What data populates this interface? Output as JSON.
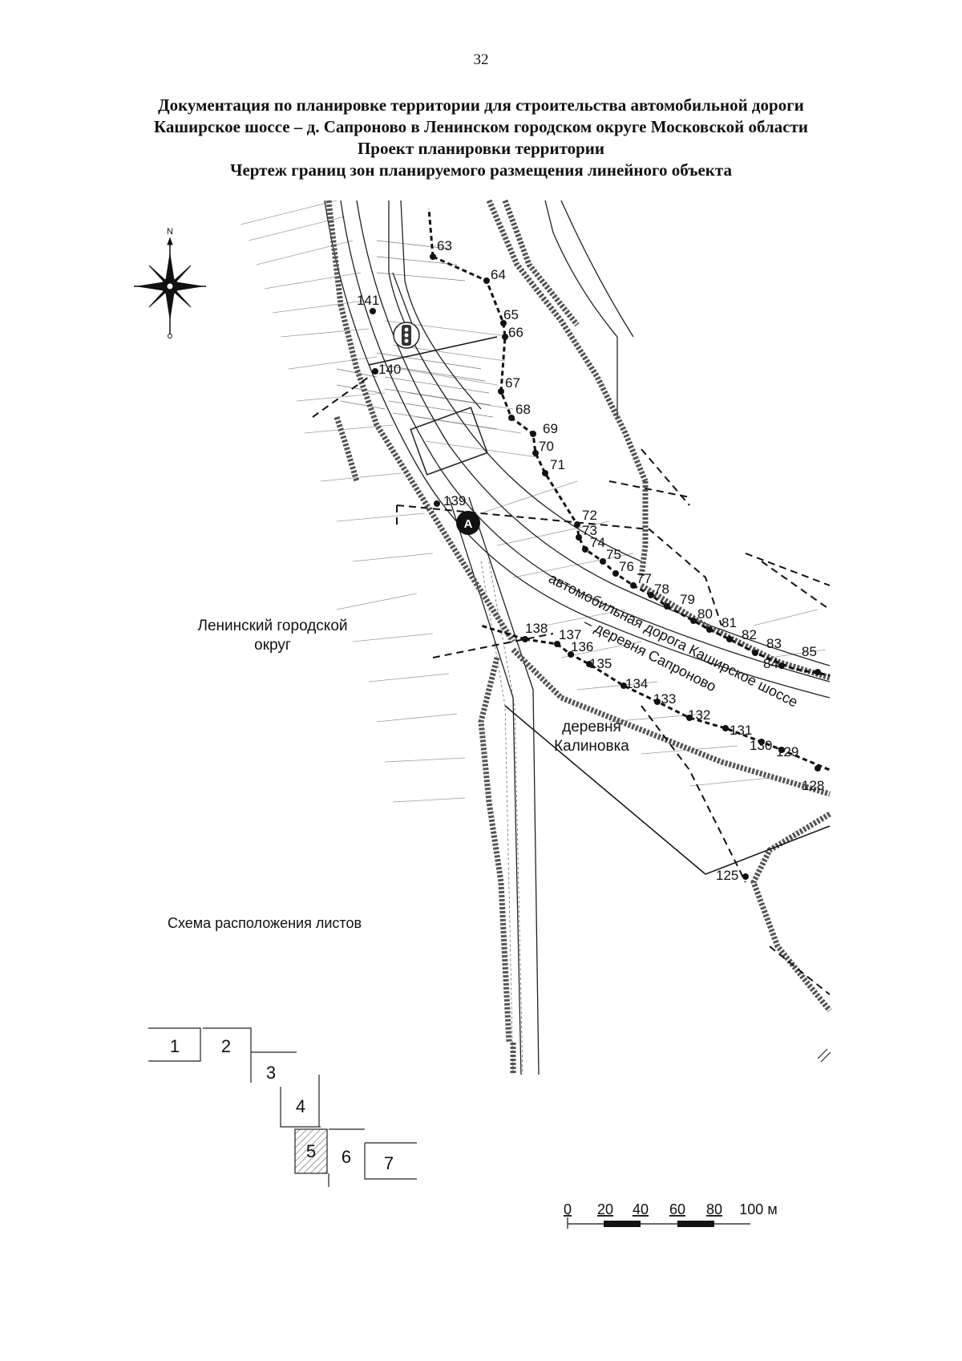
{
  "page_number": "32",
  "title_lines": [
    "Документация по планировке территории для строительства автомобильной дороги",
    "Каширское шоссе – д. Сапроново в Ленинском городском округе Московской области",
    "Проект планировки территории",
    "Чертеж границ зон планируемого размещения линейного объекта"
  ],
  "north_label": "N",
  "marker_label": "A",
  "area_labels": {
    "district_line1": "Ленинский городской",
    "district_line2": "округ",
    "village_line1": "деревня",
    "village_line2": "Калиновка"
  },
  "road_label_line1": "автомобильная дорога Каширское шоссе",
  "road_label_line2": "– деревня Сапроново",
  "points": {
    "upper": [
      "63",
      "64",
      "65",
      "66",
      "67",
      "68",
      "69",
      "70",
      "71",
      "72",
      "73",
      "74",
      "75",
      "76",
      "77",
      "78",
      "79",
      "80",
      "81",
      "82",
      "83",
      "84",
      "85"
    ],
    "left": [
      "141",
      "140",
      "139"
    ],
    "lower": [
      "138",
      "137",
      "136",
      "135",
      "134",
      "133",
      "132",
      "131",
      "130",
      "129",
      "128",
      "125"
    ]
  },
  "sheet_scheme": {
    "title": "Схема  расположения  листов",
    "sheets": [
      "1",
      "2",
      "3",
      "4",
      "5",
      "6",
      "7"
    ],
    "current_sheet": "5"
  },
  "scale_bar": {
    "ticks": [
      "0",
      "20",
      "40",
      "60",
      "80"
    ],
    "end_label": "100 м"
  },
  "colors": {
    "ink": "#111111",
    "hatch": "#555555",
    "terrain": "#9a9a9a"
  }
}
